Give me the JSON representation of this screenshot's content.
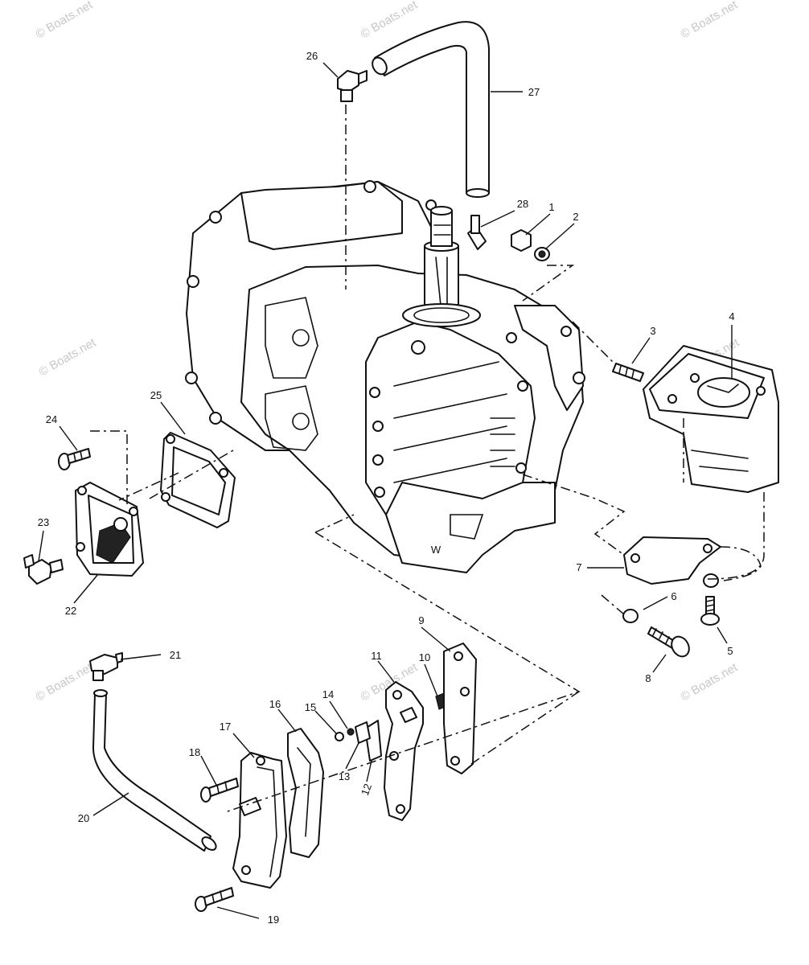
{
  "watermark": "© Boats.net",
  "callouts": [
    {
      "id": "c1",
      "label": "1"
    },
    {
      "id": "c2",
      "label": "2"
    },
    {
      "id": "c3",
      "label": "3"
    },
    {
      "id": "c4",
      "label": "4"
    },
    {
      "id": "c5",
      "label": "5"
    },
    {
      "id": "c6",
      "label": "6"
    },
    {
      "id": "c7",
      "label": "7"
    },
    {
      "id": "c8",
      "label": "8"
    },
    {
      "id": "c9",
      "label": "9"
    },
    {
      "id": "c10",
      "label": "10"
    },
    {
      "id": "c11",
      "label": "11"
    },
    {
      "id": "c12",
      "label": "12"
    },
    {
      "id": "c13",
      "label": "13"
    },
    {
      "id": "c14",
      "label": "14"
    },
    {
      "id": "c15",
      "label": "15"
    },
    {
      "id": "c16",
      "label": "16"
    },
    {
      "id": "c17",
      "label": "17"
    },
    {
      "id": "c18",
      "label": "18"
    },
    {
      "id": "c19",
      "label": "19"
    },
    {
      "id": "c20",
      "label": "20"
    },
    {
      "id": "c21",
      "label": "21"
    },
    {
      "id": "c22",
      "label": "22"
    },
    {
      "id": "c23",
      "label": "23"
    },
    {
      "id": "c24",
      "label": "24"
    },
    {
      "id": "c25",
      "label": "25"
    },
    {
      "id": "c26",
      "label": "26"
    },
    {
      "id": "c27",
      "label": "27"
    },
    {
      "id": "c28",
      "label": "28"
    }
  ]
}
